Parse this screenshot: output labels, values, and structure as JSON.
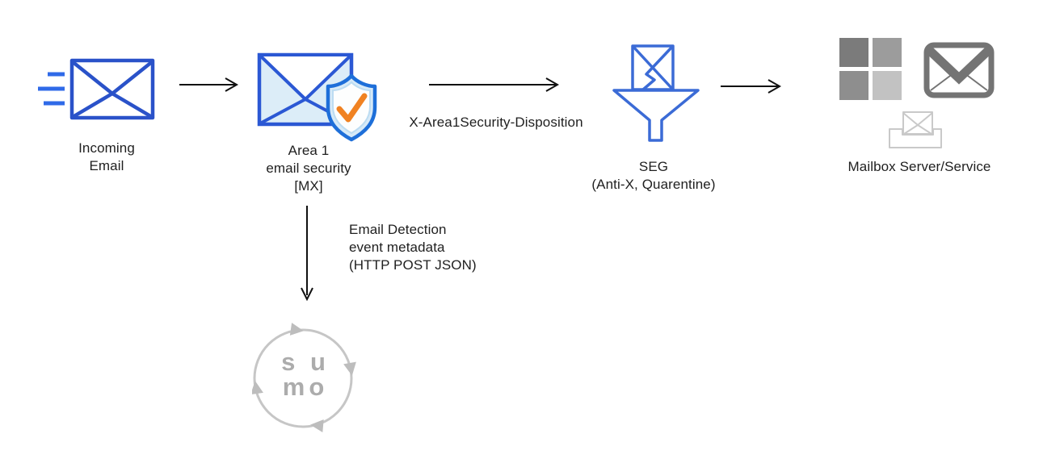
{
  "nodes": {
    "incoming_email": {
      "label_lines": [
        "Incoming",
        "Email"
      ]
    },
    "area1": {
      "label_lines": [
        "Area 1",
        "email security",
        "[MX]"
      ]
    },
    "seg": {
      "label_lines": [
        "SEG",
        "(Anti-X, Quarentine)"
      ]
    },
    "mailbox": {
      "label": "Mailbox Server/Service"
    },
    "sumo_logic": {
      "logo_text_lines": [
        "s u",
        "mo"
      ]
    }
  },
  "edges": {
    "area1_to_seg": {
      "label": "X-Area1Security-Disposition"
    },
    "area1_to_sumo": {
      "label_lines": [
        "Email Detection",
        "event metadata",
        "(HTTP POST JSON)"
      ]
    }
  },
  "colors": {
    "envelope_blue": "#2a52c9",
    "speed_lines_blue": "#2f6ae8",
    "area1_envelope_fill": "#dcedf8",
    "shield_border_blue": "#1e6fd9",
    "shield_fill": "#d7eaf8",
    "check_orange": "#f08222",
    "seg_blue": "#3b6bd6",
    "arrow_black": "#111111",
    "microsoft_grays": [
      "#7b7b7b",
      "#9c9c9c",
      "#8e8e8e",
      "#c2c2c2"
    ],
    "gmail_gray": "#747474",
    "inbox_gray": "#c9c9c9",
    "sumo_gray": "#bdbdbd",
    "label_text": "#1f1f1f"
  }
}
